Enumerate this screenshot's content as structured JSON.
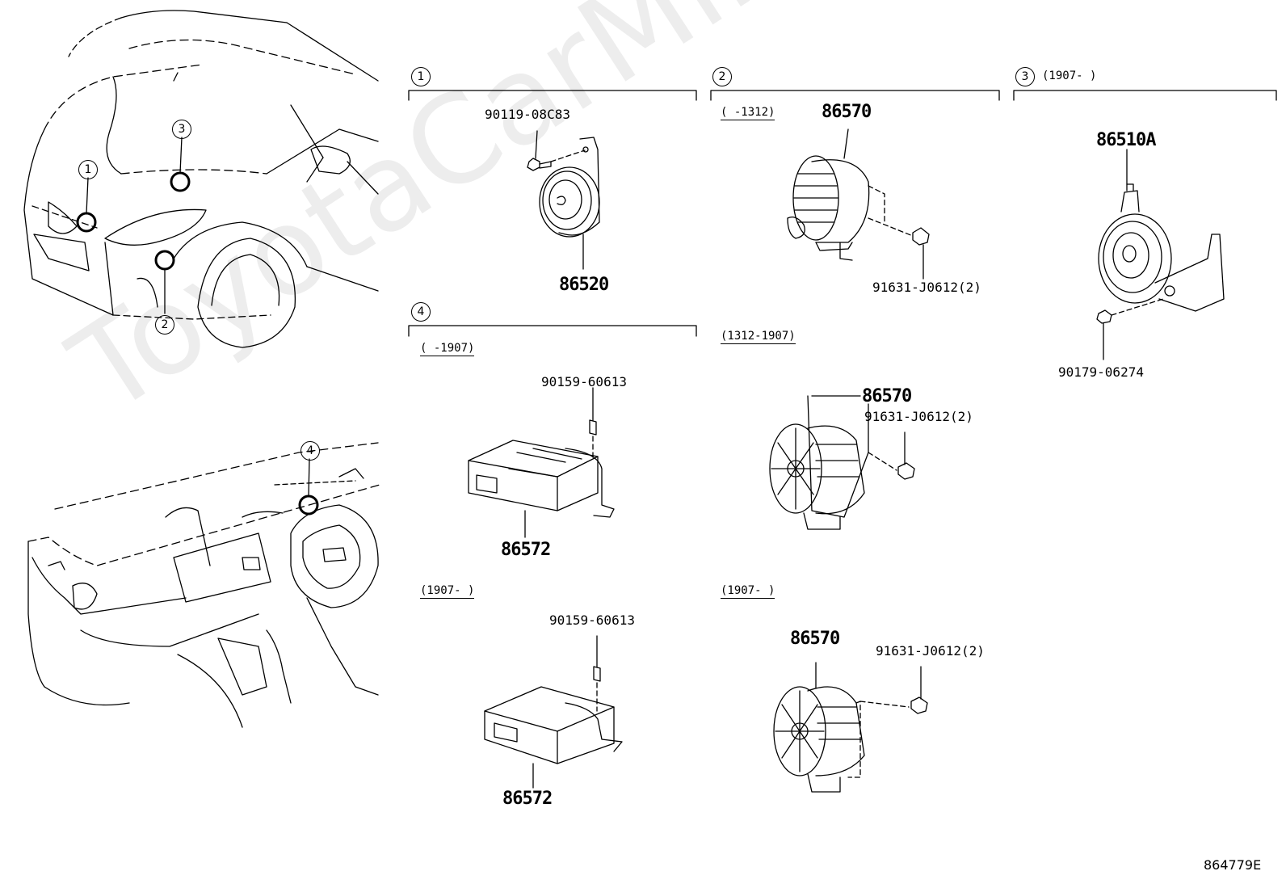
{
  "watermark": "ToyotaCarMine.ru",
  "diagram_code": "864779E",
  "car_markers": [
    "1",
    "2",
    "3",
    "4"
  ],
  "sections": {
    "s1": {
      "number": "1"
    },
    "s2": {
      "number": "2"
    },
    "s3": {
      "number": "3",
      "date": "(1907-    )"
    },
    "s4": {
      "number": "4"
    }
  },
  "dates": {
    "s2_to_1312": "(    -1312)",
    "s2_1312_1907": "(1312-1907)",
    "s2_from_1907": "(1907-    )",
    "s4_to_1907": "(    -1907)",
    "s4_from_1907": "(1907-    )"
  },
  "parts": {
    "bolt_90119": "90119-08C83",
    "horn_86520": "86520",
    "horn_86570_a": "86570",
    "bolt_91631_a": "91631-J0612(2)",
    "horn_86510a": "86510A",
    "nut_90179": "90179-06274",
    "bolt_90159_a": "90159-60613",
    "ecu_86572_a": "86572",
    "horn_86570_b": "86570",
    "bolt_91631_b": "91631-J0612(2)",
    "bolt_90159_b": "90159-60613",
    "ecu_86572_b": "86572",
    "horn_86570_c": "86570",
    "bolt_91631_c": "91631-J0612(2)"
  }
}
